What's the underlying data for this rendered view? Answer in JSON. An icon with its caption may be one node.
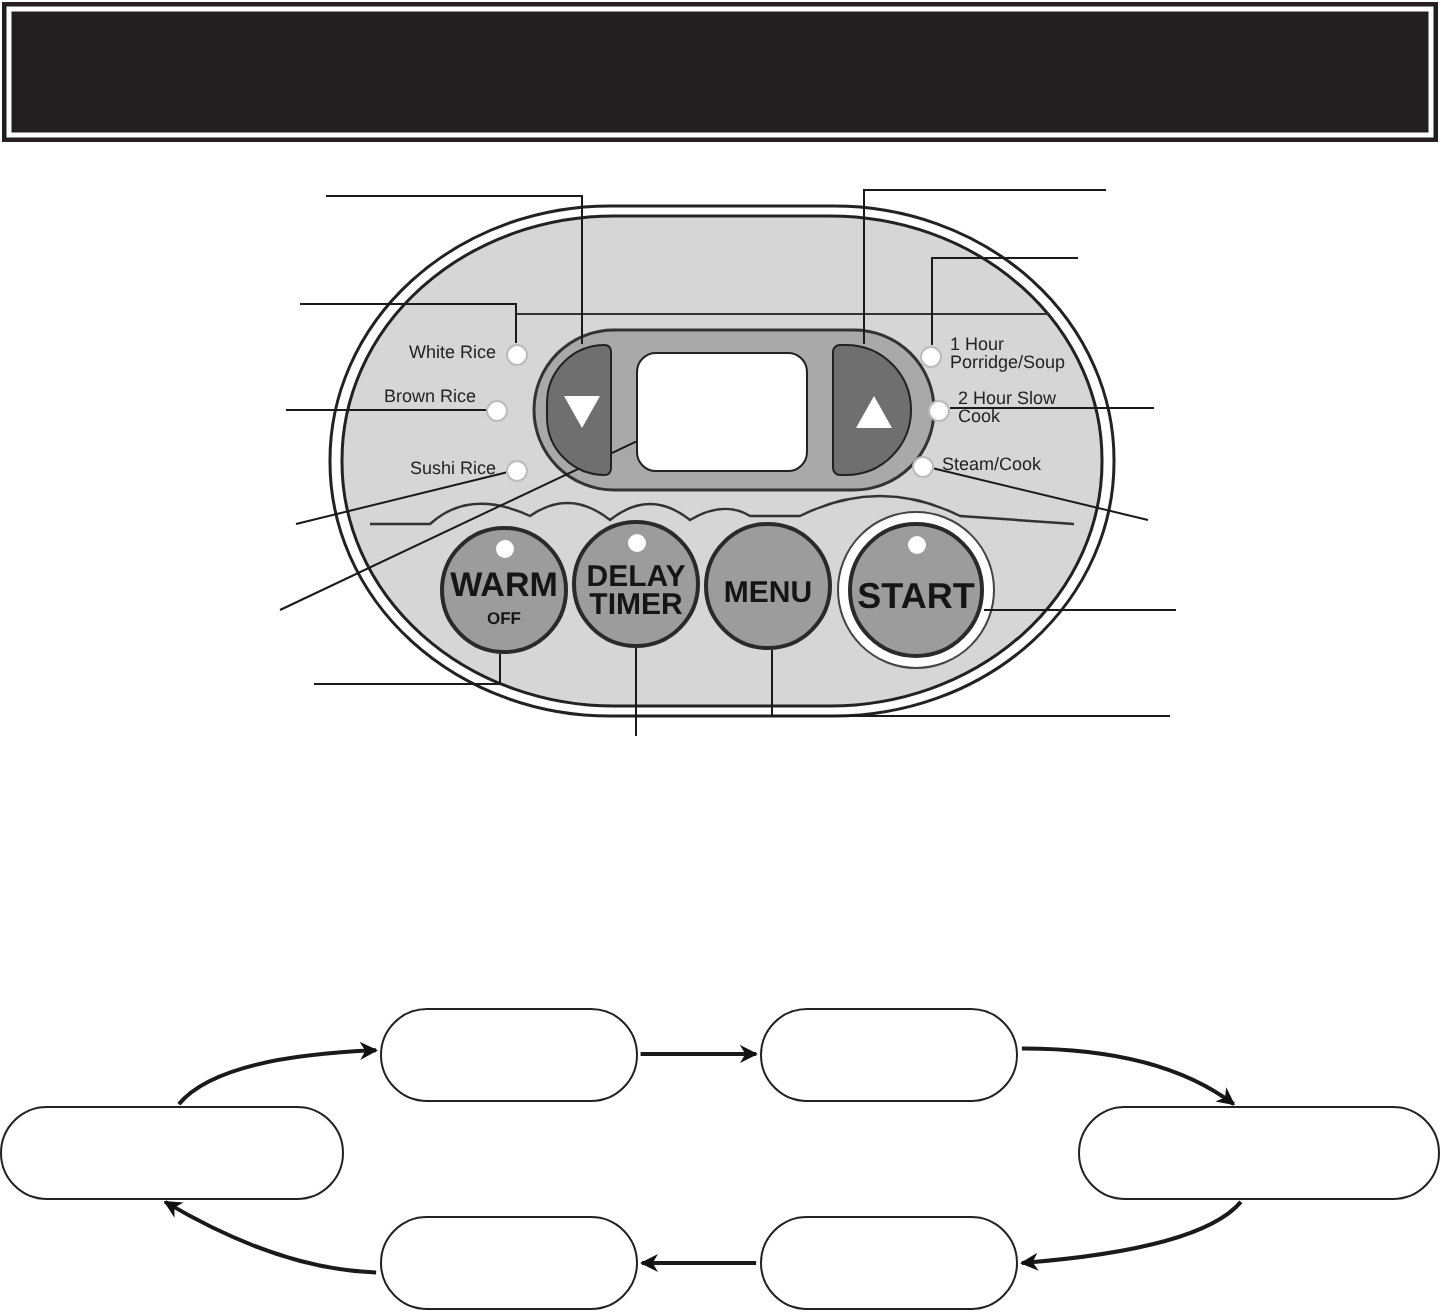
{
  "diagram": {
    "nodes": [
      {
        "text": [],
        "shape": "button"
      },
      {
        "text": [
          "White Rice"
        ]
      },
      {
        "text": [
          "Brown Rice"
        ]
      },
      {
        "text": [
          "Sushi Rice"
        ]
      },
      {
        "text": [],
        "shape": "box"
      },
      {
        "text": [
          "WARM",
          "OFF"
        ]
      },
      {
        "text": [
          "DELAY TIMER"
        ]
      },
      {
        "text": [
          "MENU"
        ]
      },
      {
        "text": [
          "START"
        ]
      },
      {
        "text": [],
        "shape": "button"
      },
      {
        "text": [
          "1 Hour Porridge/Soup"
        ]
      },
      {
        "text": [
          "2 Hour Slow Cook"
        ]
      },
      {
        "text": [
          "Steam/Cook"
        ]
      },
      {
        "text": [],
        "shape": "box"
      },
      {
        "text": [],
        "shape": "box"
      },
      {
        "text": [],
        "shape": "box"
      },
      {
        "text": [],
        "shape": "box"
      },
      {
        "text": [],
        "shape": "box"
      },
      {
        "text": [],
        "shape": "box"
      }
    ],
    "edges": [
      {
        "from": null,
        "to": 0,
        "arrow": "none"
      },
      {
        "from": null,
        "to": 1,
        "arrow": "none"
      },
      {
        "from": null,
        "to": 2,
        "arrow": "none"
      },
      {
        "from": null,
        "to": 3,
        "arrow": "none"
      },
      {
        "from": null,
        "to": 4,
        "arrow": "none"
      },
      {
        "from": null,
        "to": 5,
        "arrow": "none"
      },
      {
        "from": null,
        "to": 6,
        "arrow": "none"
      },
      {
        "from": null,
        "to": 9,
        "arrow": "none"
      },
      {
        "from": null,
        "to": 10,
        "arrow": "none"
      },
      {
        "from": null,
        "to": 11,
        "arrow": "none"
      },
      {
        "from": null,
        "to": 12,
        "arrow": "none"
      },
      {
        "from": null,
        "to": 8,
        "arrow": "none"
      },
      {
        "from": null,
        "to": 7,
        "arrow": "none"
      },
      {
        "from": 15,
        "to": 13,
        "arrow": "to"
      },
      {
        "from": 13,
        "to": 14,
        "arrow": "to"
      },
      {
        "from": 14,
        "to": 16,
        "arrow": "to"
      },
      {
        "from": 16,
        "to": 18,
        "arrow": "to"
      },
      {
        "from": 18,
        "to": 17,
        "arrow": "to"
      },
      {
        "from": 17,
        "to": 15,
        "arrow": "to"
      }
    ]
  }
}
